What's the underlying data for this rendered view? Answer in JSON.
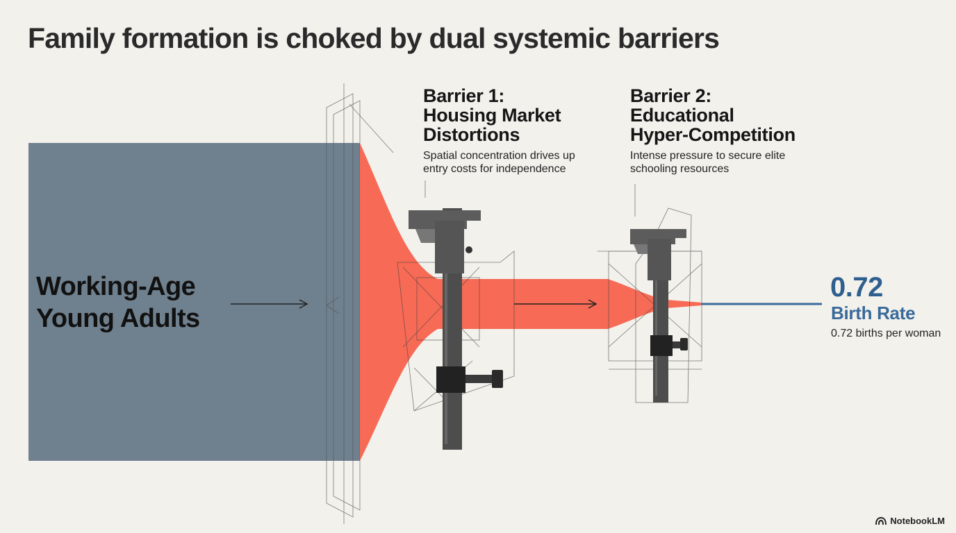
{
  "title": "Family formation is choked by dual systemic barriers",
  "source": {
    "line1": "Working-Age",
    "line2": "Young Adults",
    "color": "#6f808e"
  },
  "barriers": [
    {
      "title_lines": [
        "Barrier 1:",
        "Housing Market",
        "Distortions"
      ],
      "subtitle_lines": [
        "Spatial concentration drives up",
        "entry costs for independence"
      ]
    },
    {
      "title_lines": [
        "Barrier 2:",
        "Educational",
        "Hyper-Competition"
      ],
      "subtitle_lines": [
        "Intense pressure to secure elite",
        "schooling resources"
      ]
    }
  ],
  "output": {
    "value": "0.72",
    "label": "Birth Rate",
    "sub": "0.72 births per woman",
    "color": "#2f5f8f"
  },
  "funnel_color": "#f76a55",
  "brand": {
    "name": "NotebookLM",
    "icon": "notebooklm-logo-icon"
  }
}
